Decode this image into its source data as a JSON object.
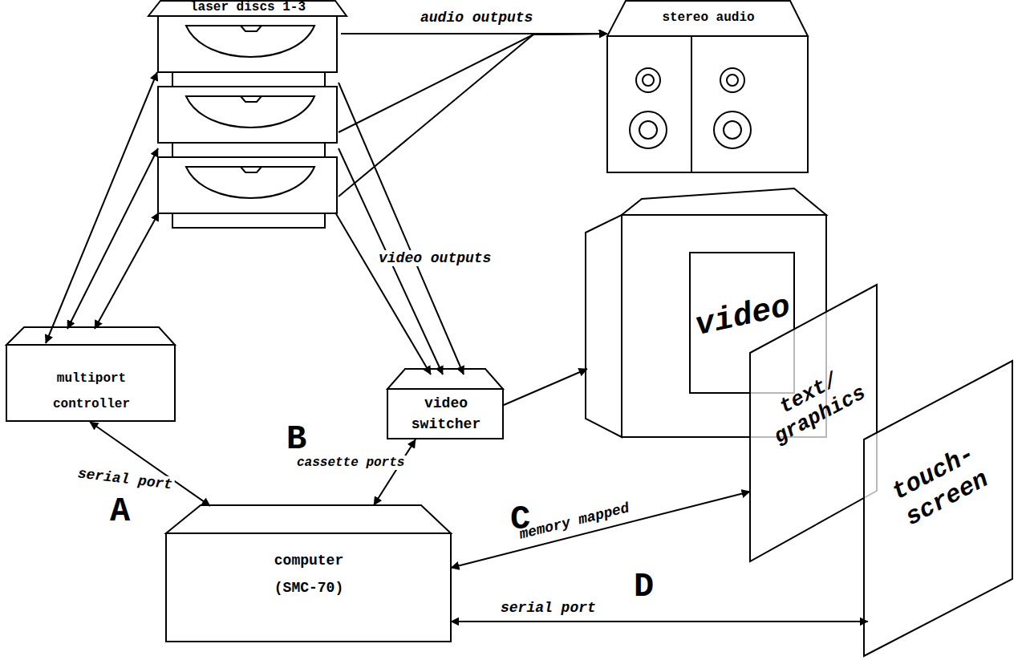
{
  "diagram": {
    "nodes": [
      {
        "text": [
          "laser discs 1-3"
        ]
      },
      {
        "text": [
          "stereo audio"
        ]
      },
      {
        "text": [
          "multiport controller"
        ]
      },
      {
        "text": [
          "video switcher"
        ]
      },
      {
        "text": [
          "video"
        ]
      },
      {
        "text": [
          "text/ graphics"
        ]
      },
      {
        "text": [
          "touch- screen"
        ]
      },
      {
        "text": [
          "computer (SMC-70)"
        ]
      }
    ],
    "edges": [
      {
        "from": 2,
        "to": 0,
        "arrow": "both"
      },
      {
        "from": 2,
        "to": 0,
        "arrow": "both"
      },
      {
        "from": 2,
        "to": 0,
        "arrow": "both"
      },
      {
        "from": 0,
        "to": 1,
        "label": "audio outputs",
        "arrow": "to"
      },
      {
        "from": 0,
        "to": 1,
        "arrow": "to"
      },
      {
        "from": 0,
        "to": 1,
        "arrow": "to"
      },
      {
        "from": 0,
        "to": 3,
        "label": "video outputs",
        "arrow": "to"
      },
      {
        "from": 0,
        "to": 3,
        "arrow": "to"
      },
      {
        "from": 0,
        "to": 3,
        "arrow": "to"
      },
      {
        "from": 3,
        "to": 4,
        "arrow": "to"
      },
      {
        "from": 2,
        "to": 7,
        "label": "serial port",
        "arrow": "both"
      },
      {
        "from": 7,
        "to": 3,
        "label": "cassette ports",
        "arrow": "both"
      },
      {
        "from": 7,
        "to": 5,
        "label": "memory mapped",
        "arrow": "both"
      },
      {
        "from": 7,
        "to": 6,
        "label": "serial port",
        "arrow": "both"
      }
    ],
    "labels": [
      "A",
      "B",
      "C",
      "D"
    ]
  }
}
